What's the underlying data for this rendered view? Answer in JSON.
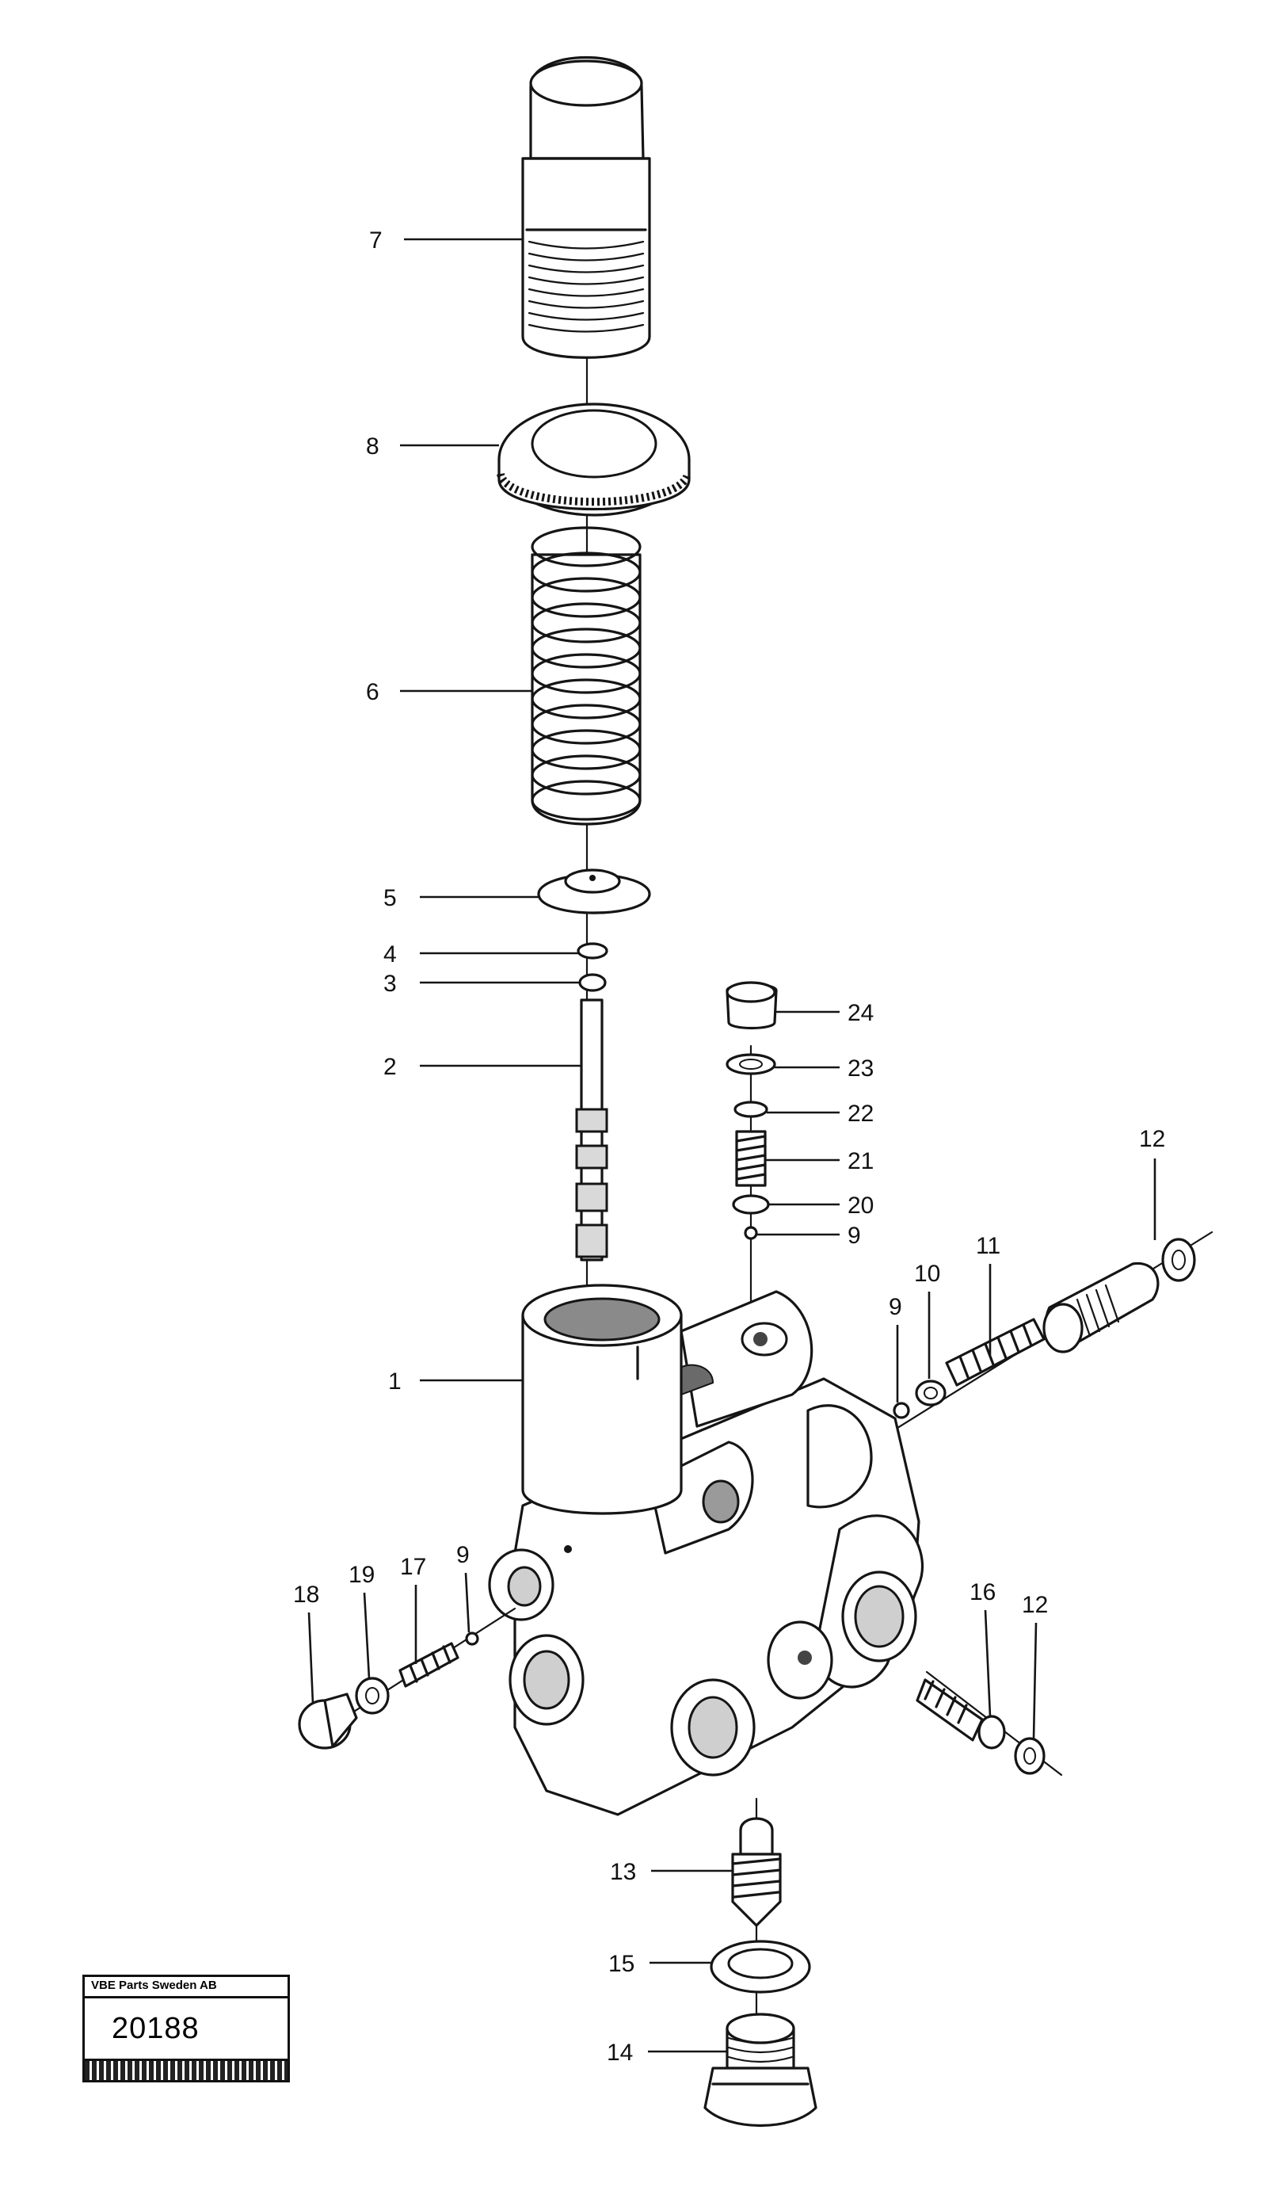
{
  "callouts": [
    {
      "id": "c7",
      "label": "7"
    },
    {
      "id": "c8",
      "label": "8"
    },
    {
      "id": "c6",
      "label": "6"
    },
    {
      "id": "c5",
      "label": "5"
    },
    {
      "id": "c4",
      "label": "4"
    },
    {
      "id": "c3",
      "label": "3"
    },
    {
      "id": "c2",
      "label": "2"
    },
    {
      "id": "c1",
      "label": "1"
    },
    {
      "id": "c24",
      "label": "24"
    },
    {
      "id": "c23",
      "label": "23"
    },
    {
      "id": "c22",
      "label": "22"
    },
    {
      "id": "c21",
      "label": "21"
    },
    {
      "id": "c20",
      "label": "20"
    },
    {
      "id": "c9a",
      "label": "9"
    },
    {
      "id": "c12a",
      "label": "12"
    },
    {
      "id": "c11",
      "label": "11"
    },
    {
      "id": "c10",
      "label": "10"
    },
    {
      "id": "c9b",
      "label": "9"
    },
    {
      "id": "c18",
      "label": "18"
    },
    {
      "id": "c19",
      "label": "19"
    },
    {
      "id": "c17",
      "label": "17"
    },
    {
      "id": "c9c",
      "label": "9"
    },
    {
      "id": "c16",
      "label": "16"
    },
    {
      "id": "c12b",
      "label": "12"
    },
    {
      "id": "c13",
      "label": "13"
    },
    {
      "id": "c15",
      "label": "15"
    },
    {
      "id": "c14",
      "label": "14"
    }
  ],
  "stamp": {
    "company": "VBE Parts Sweden AB",
    "number": "20188"
  }
}
